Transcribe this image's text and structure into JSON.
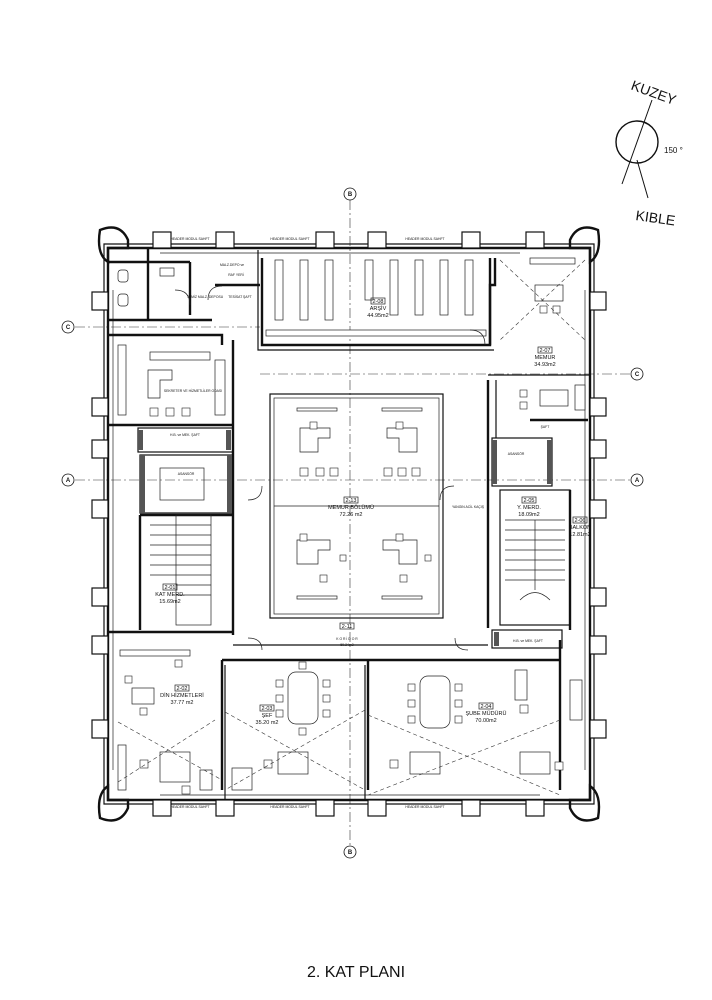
{
  "title": "2. KAT PLANI",
  "compass": {
    "north": "KUZEY",
    "qibla": "KIBLE",
    "angle": "150 °"
  },
  "grid_axes": {
    "vertical": "B",
    "horizontal_top": "C",
    "horizontal_mid": "A"
  },
  "rooms": [
    {
      "code": "2-13",
      "name": "MEMUR BÖLÜMÜ",
      "area": "72.26 m2"
    },
    {
      "code": "2-08",
      "name": "ARŞİV",
      "area": "44.95m2"
    },
    {
      "code": "2-07",
      "name": "MEMUR",
      "area": "34.93m2"
    },
    {
      "code": "2-05",
      "name": "Y. MERD.",
      "area": "18.09m2"
    },
    {
      "code": "2-06",
      "name": "BALKON",
      "area": "12.81m2"
    },
    {
      "code": "2-01",
      "name": "KAT MERD.",
      "area": "15.69m2"
    },
    {
      "code": "2-02",
      "name": "DİN HİZMETLERİ",
      "area": "37.77 m2"
    },
    {
      "code": "2-03",
      "name": "ŞEF",
      "area": "35.20 m2"
    },
    {
      "code": "2-04",
      "name": "ŞUBE MÜDÜRÜ",
      "area": "70.00m2"
    },
    {
      "code": "2-11",
      "name": "KORİDOR",
      "area": "59.24m2"
    }
  ],
  "labels": {
    "asansor": "ASANSÖR",
    "hb_mek_saft": "H.B. ve MEK. ŞAFT",
    "yangin_kacis": "YANGIN ACİL KAÇIŞ",
    "malz_depo": "MALZ.DEPO ve",
    "raf_yeri": "RAF YERİ",
    "tesisat_saft": "TESİSAT ŞAFT",
    "temiz_malz": "TEMİZ MALZ. DEPOSU",
    "koridor": "K O R İ D O R",
    "sekreter": "SEKRETER VE HİZMETLİLER ODASI",
    "header": "HEADER MODUL SAHFT",
    "balkon_room": "2-06",
    "saft": "ŞAFT"
  }
}
